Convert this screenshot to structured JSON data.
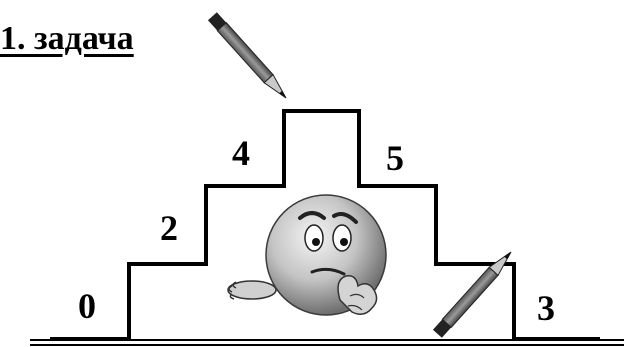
{
  "title": "1. задача",
  "steps": {
    "first": "0",
    "second": "2",
    "third": "4",
    "fourth": "5",
    "fifth": "3"
  },
  "icons": {
    "pencil": "pencil-icon",
    "smiley": "thinking-smiley"
  },
  "colors": {
    "line": "#000000",
    "background": "#ffffff",
    "face": "#c8c8c8"
  }
}
